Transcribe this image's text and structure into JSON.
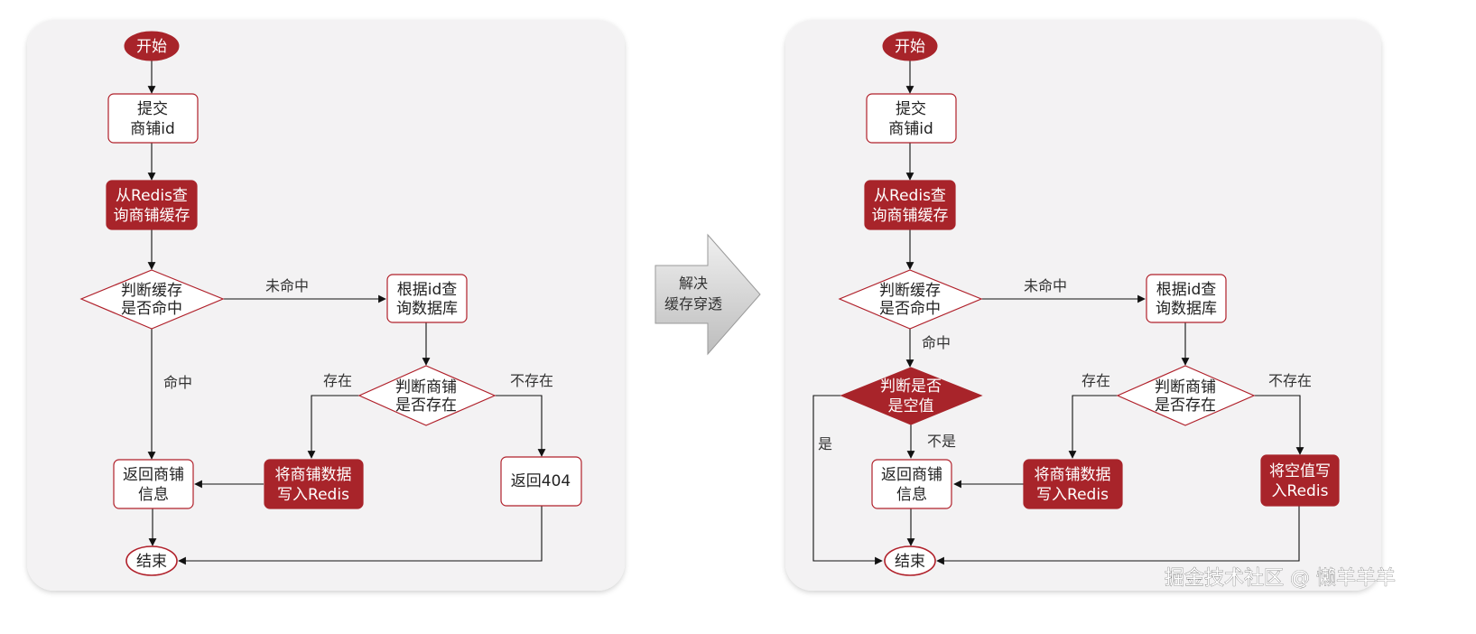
{
  "left": {
    "start": "开始",
    "submit": [
      "提交",
      "商铺id"
    ],
    "query_redis": [
      "从Redis查",
      "询商铺缓存"
    ],
    "cache_hit_q": [
      "判断缓存",
      "是否命中"
    ],
    "label_miss": "未命中",
    "label_hit": "命中",
    "query_db": [
      "根据id查",
      "询数据库"
    ],
    "shop_exists_q": [
      "判断商铺",
      "是否存在"
    ],
    "label_exists": "存在",
    "label_not_exists": "不存在",
    "write_redis": [
      "将商铺数据",
      "写入Redis"
    ],
    "return_info": [
      "返回商铺",
      "信息"
    ],
    "return_404": "返回404",
    "end": "结束"
  },
  "arrow": [
    "解决",
    "缓存穿透"
  ],
  "right": {
    "start": "开始",
    "submit": [
      "提交",
      "商铺id"
    ],
    "query_redis": [
      "从Redis查",
      "询商铺缓存"
    ],
    "cache_hit_q": [
      "判断缓存",
      "是否命中"
    ],
    "label_miss": "未命中",
    "label_hit": "命中",
    "null_check_q": [
      "判断是否",
      "是空值"
    ],
    "label_yes": "是",
    "label_no": "不是",
    "query_db": [
      "根据id查",
      "询数据库"
    ],
    "shop_exists_q": [
      "判断商铺",
      "是否存在"
    ],
    "label_exists": "存在",
    "label_not_exists": "不存在",
    "write_redis": [
      "将商铺数据",
      "写入Redis"
    ],
    "write_null": [
      "将空值写",
      "入Redis"
    ],
    "return_info": [
      "返回商铺",
      "信息"
    ],
    "end": "结束"
  },
  "watermark": "掘金技术社区 @ 懒羊羊羊",
  "colors": {
    "accent": "#a8242a",
    "panel": "#f3f2f3",
    "stroke": "#b0202a"
  }
}
